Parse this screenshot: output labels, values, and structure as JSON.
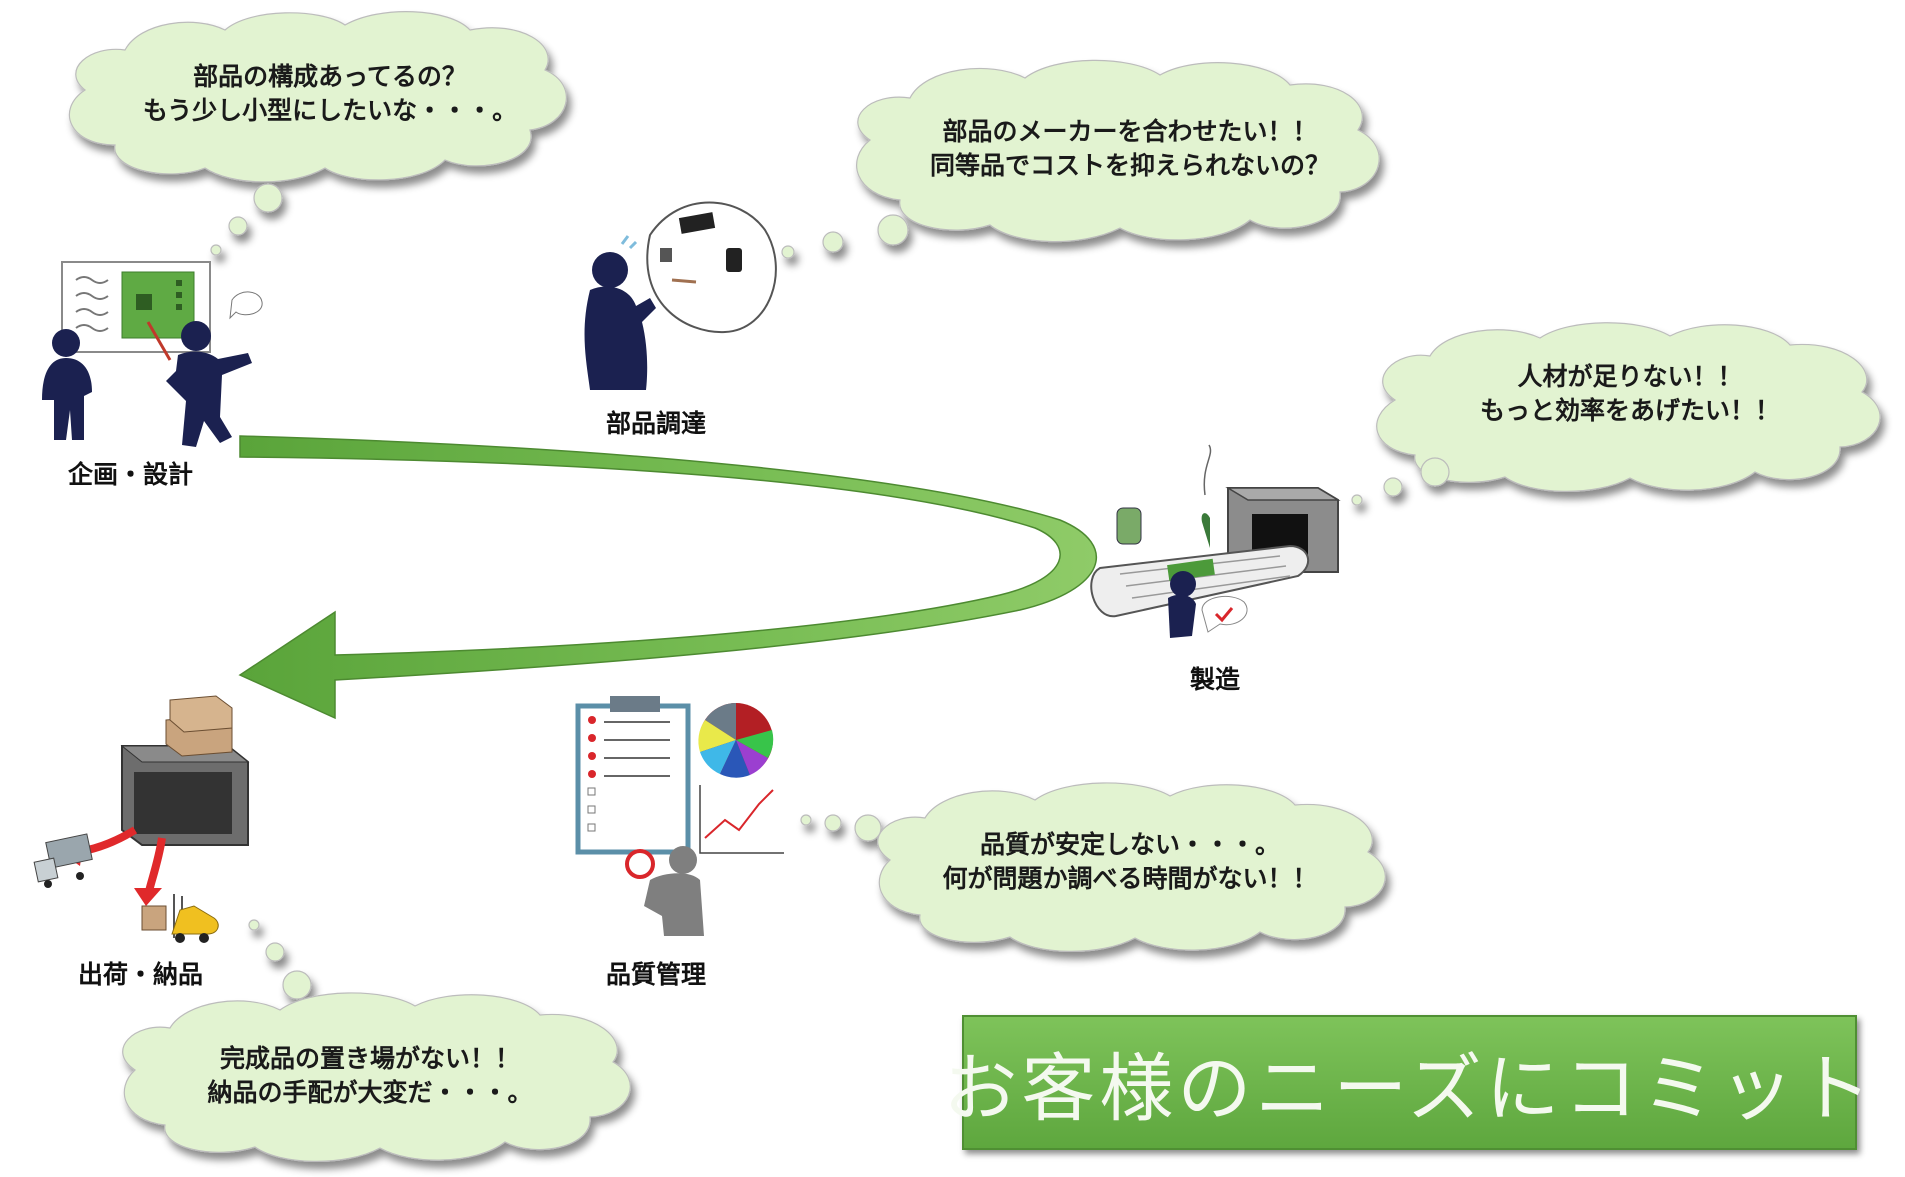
{
  "colors": {
    "bubble_fill": "#e2f3d1",
    "arrow_green": "#6db24b",
    "figure_navy": "#1b2150",
    "banner_green": "#6cb548",
    "check_red": "#d9262b"
  },
  "bubbles": {
    "planning": {
      "line1": "部品の構成あってるの？",
      "line2": "もう少し小型にしたいな・・・。"
    },
    "procurement": {
      "line1": "部品のメーカーを合わせたい！！",
      "line2": "同等品でコストを抑えられないの？"
    },
    "manufacturing": {
      "line1": "人材が足りない！！",
      "line2": "もっと効率をあげたい！！"
    },
    "quality": {
      "line1": "品質が安定しない・・・。",
      "line2": "何が問題か調べる時間がない！！"
    },
    "shipping": {
      "line1": "完成品の置き場がない！！",
      "line2": "納品の手配が大変だ・・・。"
    }
  },
  "stages": {
    "planning": "企画・設計",
    "procurement": "部品調達",
    "manufacturing": "製造",
    "quality": "品質管理",
    "shipping": "出荷・納品"
  },
  "banner": {
    "text": "お客様のニーズにコミット"
  },
  "icons": [
    "thought-bubble-icon",
    "planning-figures-icon",
    "procurement-figure-icon",
    "manufacturing-machine-icon",
    "quality-checklist-icon",
    "pie-chart-icon",
    "shipping-warehouse-icon",
    "delivery-truck-icon",
    "forklift-icon",
    "cycle-arrow-icon"
  ]
}
